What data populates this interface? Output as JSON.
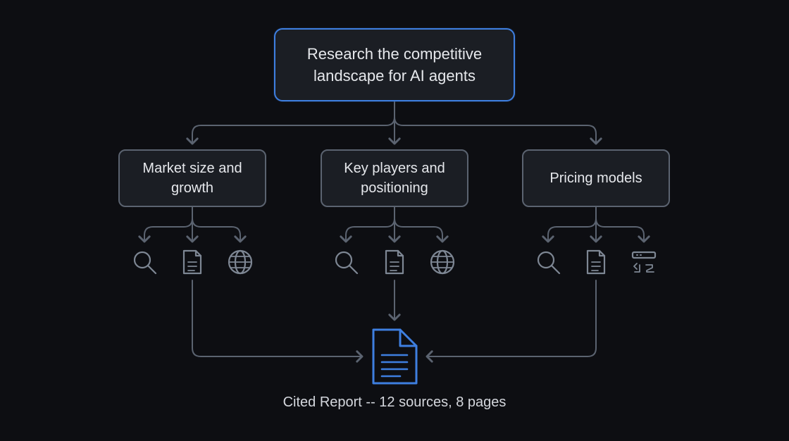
{
  "root": {
    "label_line1": "Research the competitive",
    "label_line2": "landscape for AI agents"
  },
  "branches": [
    {
      "label_line1": "Market size and",
      "label_line2": "growth",
      "tools": [
        "search-icon",
        "document-icon",
        "globe-icon"
      ]
    },
    {
      "label_line1": "Key players and",
      "label_line2": "positioning",
      "tools": [
        "search-icon",
        "document-icon",
        "globe-icon"
      ]
    },
    {
      "label_line1": "Pricing models",
      "label_line2": "",
      "tools": [
        "search-icon",
        "document-icon",
        "terminal-icon"
      ]
    }
  ],
  "report": {
    "icon": "report-document-icon",
    "caption": "Cited Report -- 12 sources, 8 pages"
  },
  "colors": {
    "background": "#0d0e12",
    "line": "#5b6370",
    "accent": "#3e7fe0",
    "text": "#e6e8ec"
  }
}
